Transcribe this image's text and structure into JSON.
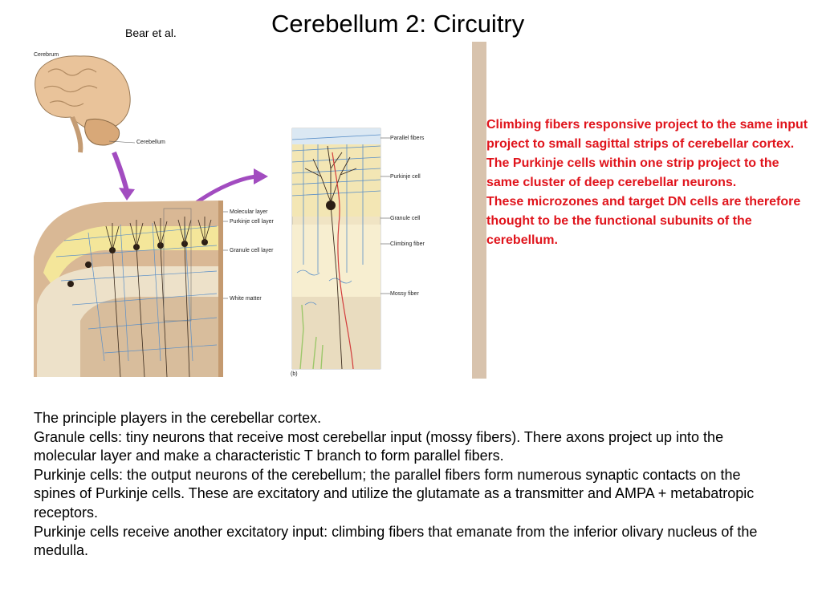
{
  "header": {
    "credit": "Bear et al.",
    "title": "Cerebellum 2: Circuitry"
  },
  "figure": {
    "labels_a": [
      "Cerebrum",
      "Cerebellum",
      "Molecular layer",
      "Purkinje cell layer",
      "Granule cell layer",
      "White matter"
    ],
    "labels_b": [
      "Parallel fibers",
      "Purkinje cell",
      "Granule cell",
      "Climbing fiber",
      "Mossy fiber"
    ],
    "panel_tag": "(b)"
  },
  "side_note": {
    "paragraphs": [
      "Climbing fibers responsive project to the same input project to small sagittal strips of cerebellar cortex.",
      "The Purkinje cells within one strip project to the same cluster of deep cerebellar neurons.",
      "These microzones and target DN cells are therefore thought to be the functional subunits of the cerebellum."
    ]
  },
  "body_text": {
    "paragraphs": [
      "The principle players in the cerebellar cortex.",
      "Granule cells: tiny neurons that receive most cerebellar input (mossy fibers). There axons project up into the molecular layer and make a characteristic T branch to form parallel fibers.",
      "Purkinje cells: the output neurons of the cerebellum; the parallel fibers form numerous synaptic contacts on the spines of Purkinje cells. These are excitatory and utilize the glutamate as a transmitter and AMPA + metabatropic receptors.",
      "Purkinje cells receive another excitatory input: climbing fibers that emanate from the inferior olivary nucleus of the medulla."
    ]
  },
  "colors": {
    "accent_red": "#e0141c",
    "arrow_purple": "#a24cc0",
    "tissue_tan": "#d9b895",
    "granule_yellow": "#f4e69a",
    "fiber_blue": "#5a8fc8"
  }
}
